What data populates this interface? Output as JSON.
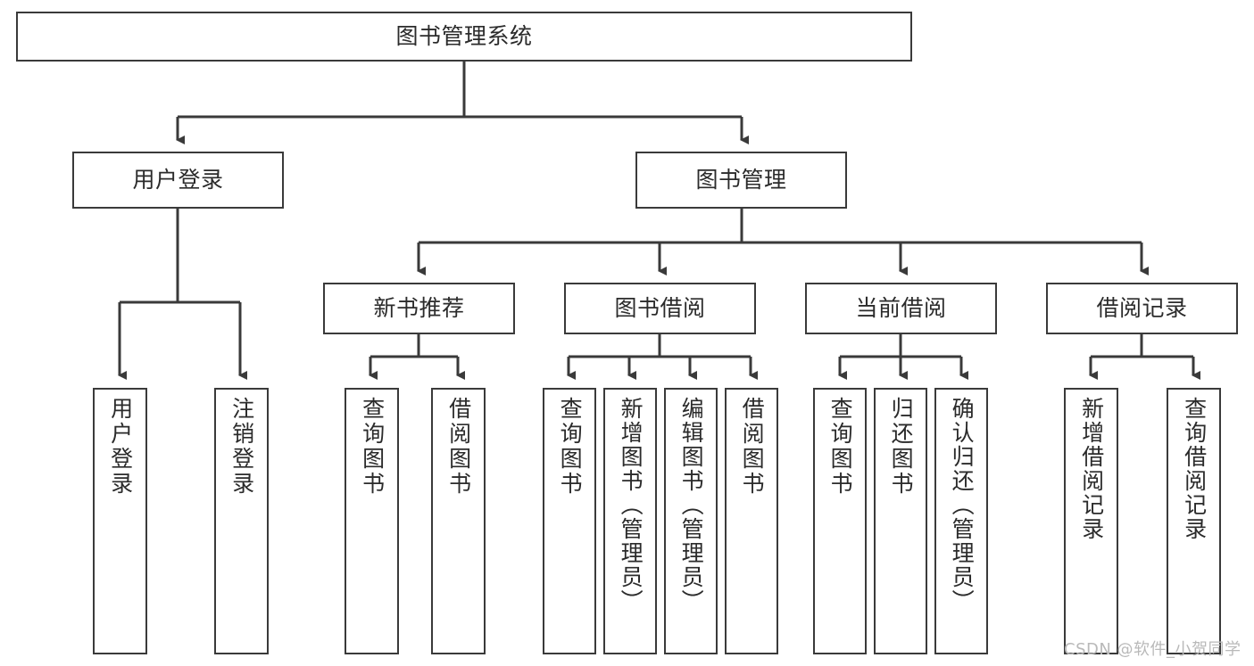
{
  "diagram": {
    "title": "图书管理系统",
    "type": "tree-hierarchy-chart",
    "watermark": "CSDN @软件_小贺同学",
    "colors": {
      "box_border": "#3a3a3a",
      "box_fill": "#ffffff",
      "edge": "#3a3a3a",
      "text": "#2b2b2b",
      "watermark": "#b9b9b9",
      "background": "#ffffff"
    }
  },
  "nodes": {
    "root": {
      "label": "图书管理系统"
    },
    "level2": [
      {
        "label": "用户登录"
      },
      {
        "label": "图书管理"
      }
    ],
    "level3": [
      {
        "label": "新书推荐"
      },
      {
        "label": "图书借阅"
      },
      {
        "label": "当前借阅"
      },
      {
        "label": "借阅记录"
      }
    ],
    "leaves": {
      "user_login": [
        {
          "label": "用户登录"
        },
        {
          "label": "注销登录"
        }
      ],
      "new_book_recommend": [
        {
          "label": "查询图书"
        },
        {
          "label": "借阅图书"
        }
      ],
      "book_borrow": [
        {
          "label": "查询图书"
        },
        {
          "label": "新增图书（管理员）"
        },
        {
          "label": "编辑图书（管理员）"
        },
        {
          "label": "借阅图书"
        }
      ],
      "current_borrow": [
        {
          "label": "查询图书"
        },
        {
          "label": "归还图书"
        },
        {
          "label": "确认归还（管理员）"
        }
      ],
      "borrow_record": [
        {
          "label": "新增借阅记录"
        },
        {
          "label": "查询借阅记录"
        }
      ]
    }
  }
}
